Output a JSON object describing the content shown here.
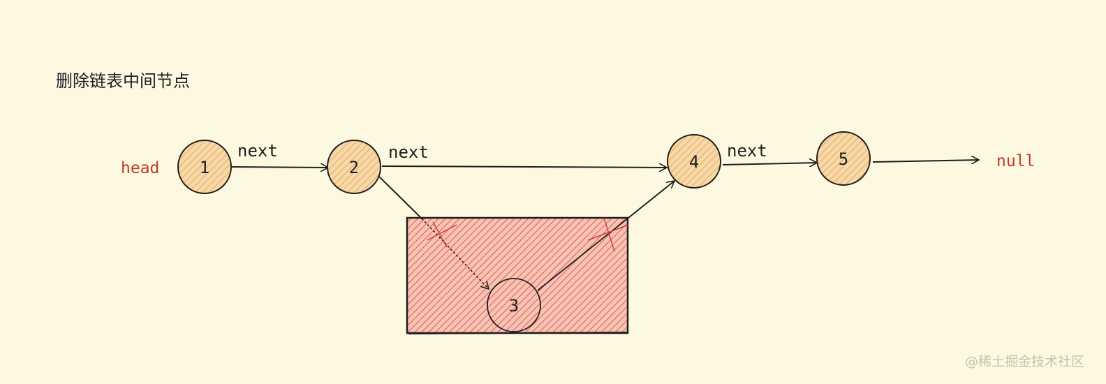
{
  "title": "删除链表中间节点",
  "labels": {
    "head": "head",
    "null": "null",
    "next_1": "next",
    "next_2": "next",
    "next_3": "next"
  },
  "nodes": [
    {
      "id": "n1",
      "label": "1"
    },
    {
      "id": "n2",
      "label": "2"
    },
    {
      "id": "n3",
      "label": "3",
      "deleted": true
    },
    {
      "id": "n4",
      "label": "4"
    },
    {
      "id": "n5",
      "label": "5"
    }
  ],
  "watermark": "@稀土掘金技术社区",
  "colors": {
    "background": "#fdf8e0",
    "node_fill": "#f5d9a8",
    "node_hatch": "#f0a35a",
    "deleted_fill": "#f7b7a3",
    "deleted_hatch": "#e05a5a",
    "label_red": "#c0392b",
    "stroke": "#1e1e1e",
    "watermark": "#c7c1ae"
  }
}
